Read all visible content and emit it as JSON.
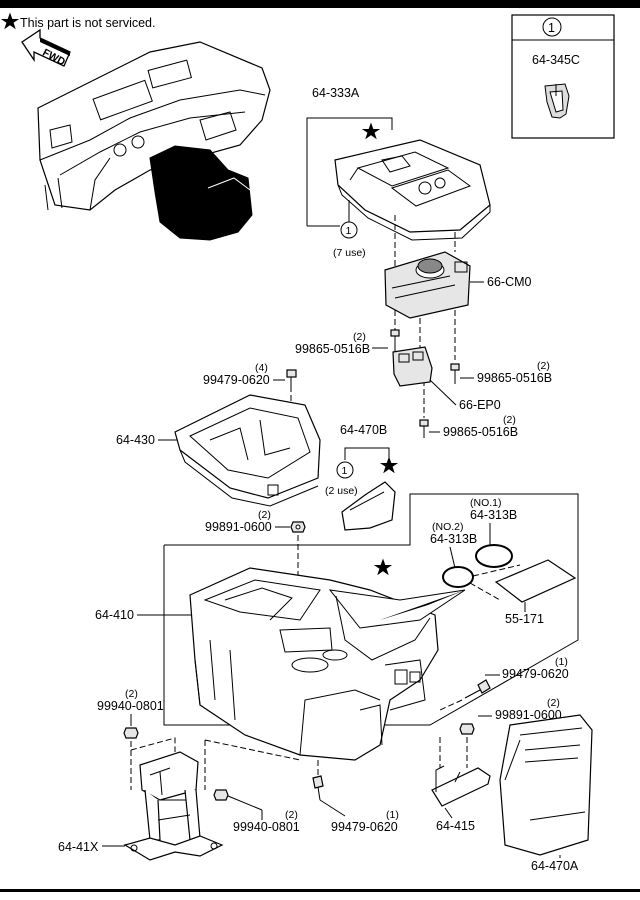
{
  "note": {
    "text": "This part is not serviced."
  },
  "fwd": "FWD",
  "inset": {
    "ref": "1",
    "part": "64-345C"
  },
  "parts": {
    "p64_333A": "64-333A",
    "p66_CM0": "66-CM0",
    "p66_EP0": "66-EP0",
    "p64_430": "64-430",
    "p64_470B": "64-470B",
    "p64_313B_1": "64-313B",
    "p64_313B_2": "64-313B",
    "p55_171": "55-171",
    "p64_410": "64-410",
    "p64_415": "64-415",
    "p64_41X": "64-41X",
    "p64_470A": "64-470A"
  },
  "fasteners": {
    "f1": {
      "qty": "(2)",
      "part": "99865-0516B"
    },
    "f2": {
      "qty": "(2)",
      "part": "99865-0516B"
    },
    "f3": {
      "qty": "(2)",
      "part": "99865-0516B"
    },
    "f4": {
      "qty": "(4)",
      "part": "99479-0620"
    },
    "f5": {
      "qty": "(2)",
      "part": "99891-0600"
    },
    "f6": {
      "qty": "(1)",
      "part": "99479-0620"
    },
    "f7": {
      "qty": "(2)",
      "part": "99891-0600"
    },
    "f8": {
      "qty": "(2)",
      "part": "99940-0801"
    },
    "f9": {
      "qty": "(2)",
      "part": "99940-0801"
    },
    "f10": {
      "qty": "(1)",
      "part": "99479-0620"
    }
  },
  "refs": {
    "r1": {
      "num": "1",
      "use": "(7 use)"
    },
    "r2": {
      "num": "1",
      "use": "(2 use)"
    }
  },
  "no_labels": {
    "no1": "(NO.1)",
    "no2": "(NO.2)"
  }
}
